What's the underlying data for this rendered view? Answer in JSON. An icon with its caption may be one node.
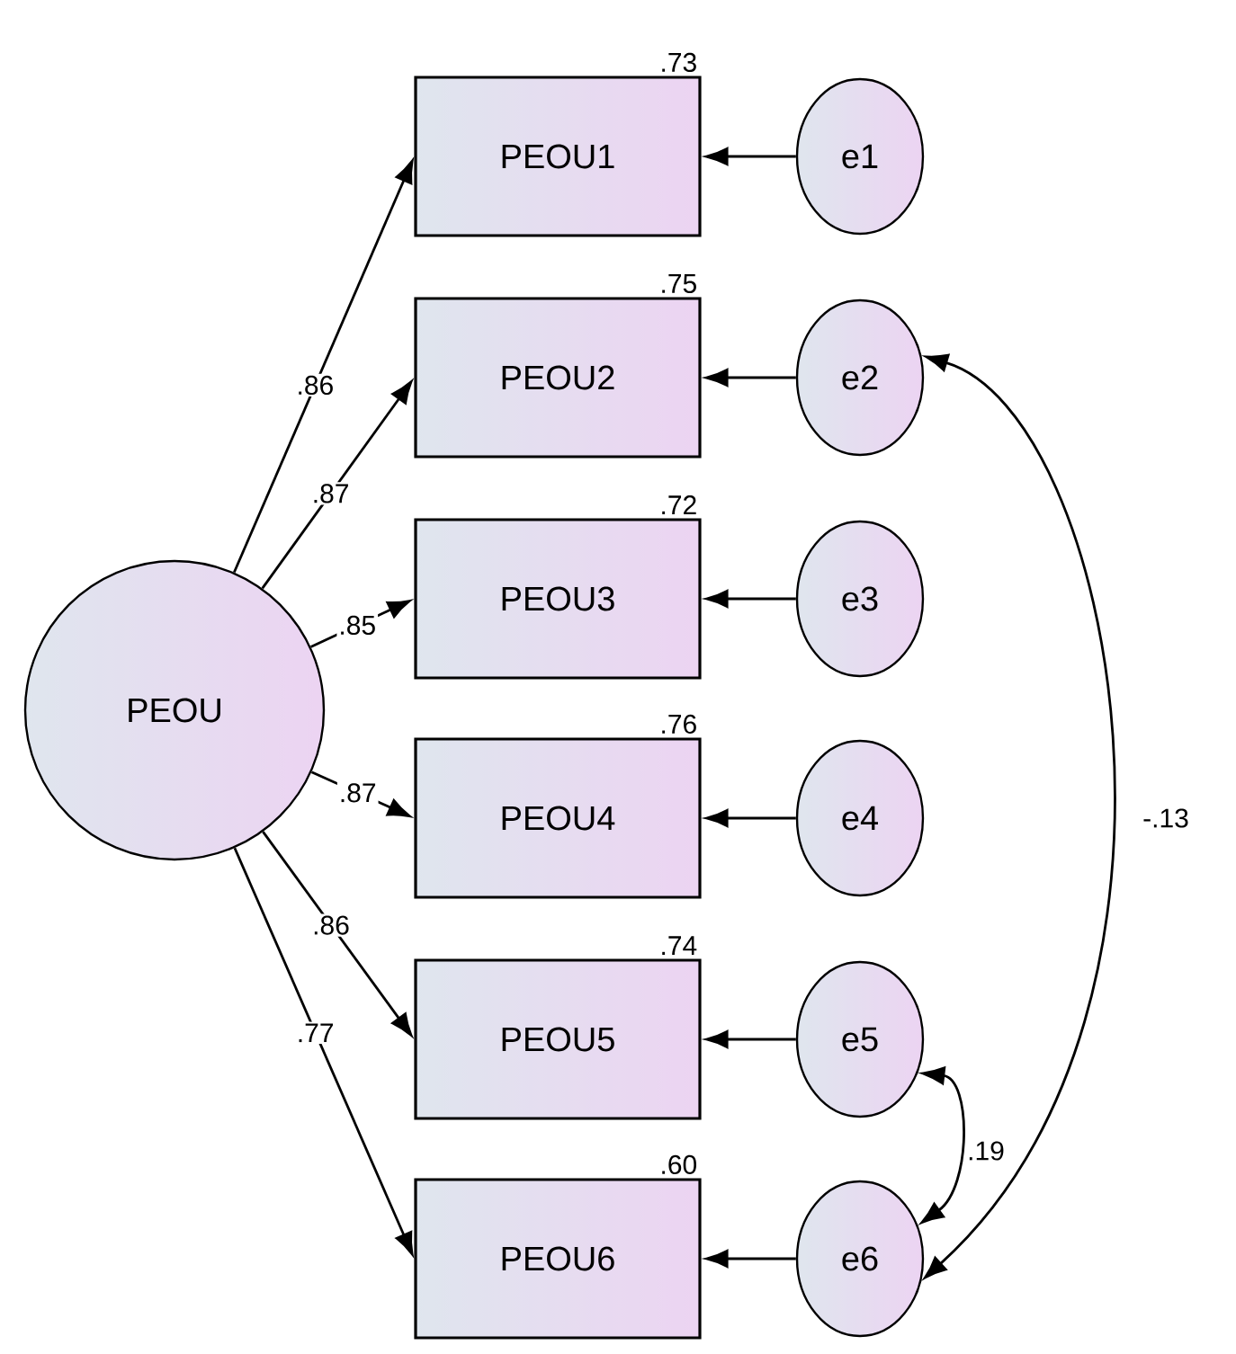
{
  "diagram": {
    "nodes": [
      {
        "text": [
          "PEOU"
        ]
      },
      {
        "text": [
          "PEOU1"
        ],
        "beside": [
          ".73"
        ]
      },
      {
        "text": [
          "PEOU2"
        ],
        "beside": [
          ".75"
        ]
      },
      {
        "text": [
          "PEOU3"
        ],
        "beside": [
          ".72"
        ]
      },
      {
        "text": [
          "PEOU4"
        ],
        "beside": [
          ".76"
        ]
      },
      {
        "text": [
          "PEOU5"
        ],
        "beside": [
          ".74"
        ]
      },
      {
        "text": [
          "PEOU6"
        ],
        "beside": [
          ".60"
        ]
      },
      {
        "text": [
          "e1"
        ]
      },
      {
        "text": [
          "e2"
        ]
      },
      {
        "text": [
          "e3"
        ]
      },
      {
        "text": [
          "e4"
        ]
      },
      {
        "text": [
          "e5"
        ]
      },
      {
        "text": [
          "e6"
        ]
      }
    ],
    "edges": [
      {
        "from": 0,
        "to": 1,
        "arrow": "to",
        "label": ".86"
      },
      {
        "from": 0,
        "to": 2,
        "arrow": "to",
        "label": ".87"
      },
      {
        "from": 0,
        "to": 3,
        "arrow": "to",
        "label": ".85"
      },
      {
        "from": 0,
        "to": 4,
        "arrow": "to",
        "label": ".87"
      },
      {
        "from": 0,
        "to": 5,
        "arrow": "to",
        "label": ".86"
      },
      {
        "from": 0,
        "to": 6,
        "arrow": "to",
        "label": ".77"
      },
      {
        "from": 7,
        "to": 1,
        "arrow": "to"
      },
      {
        "from": 8,
        "to": 2,
        "arrow": "to"
      },
      {
        "from": 9,
        "to": 3,
        "arrow": "to"
      },
      {
        "from": 10,
        "to": 4,
        "arrow": "to"
      },
      {
        "from": 11,
        "to": 5,
        "arrow": "to"
      },
      {
        "from": 12,
        "to": 6,
        "arrow": "to"
      },
      {
        "from": 8,
        "to": 12,
        "arrow": "both",
        "label": "-.13"
      },
      {
        "from": 11,
        "to": 12,
        "arrow": "both",
        "label": ".19"
      }
    ]
  }
}
